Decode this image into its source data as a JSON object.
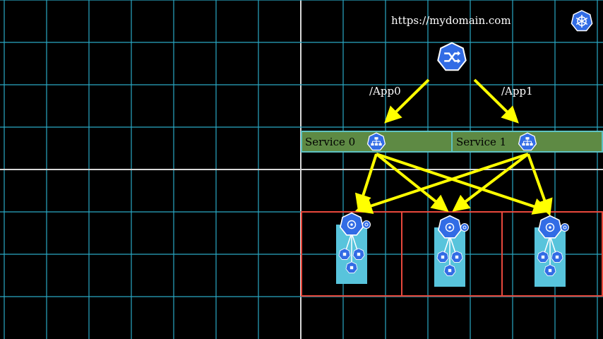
{
  "diagram": {
    "url": "https://mydomain.com",
    "routes": [
      "/App0",
      "/App1"
    ],
    "services": [
      "Service 0",
      "Service 1"
    ],
    "pod_count": 3,
    "icons": {
      "corner": "kubernetes-helm-wheel-icon",
      "ingress": "ingress-shuffle-icon",
      "service": "service-network-icon",
      "deployment": "deployment-icon",
      "pod": "pod-icon"
    },
    "colors": {
      "background": "#000000",
      "grid": "#2aa8c4",
      "grid_major": "#d8d8d8",
      "arrow": "#ffff00",
      "service_fill": "#5e8a44",
      "service_border": "#5ec2c2",
      "node_border": "#e8483c",
      "deploy_fill": "#58c4dc",
      "k8s_blue": "#326ce5"
    }
  }
}
